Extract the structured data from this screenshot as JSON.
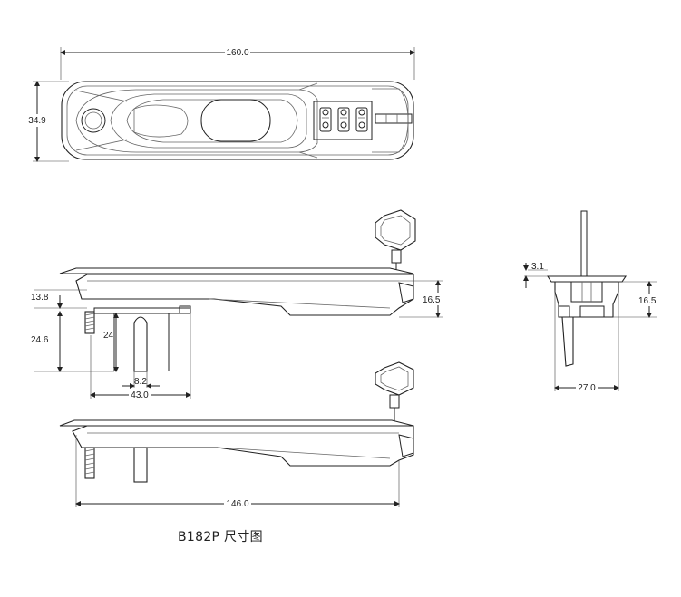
{
  "dimensions": {
    "top_length": "160.0",
    "top_height": "34.9",
    "flange_height": "13.8",
    "side_height_left": "24.6",
    "stem_height": "24",
    "stem_width": "8.2",
    "base_width": "43.0",
    "side_height_right": "16.5",
    "end_height": "16.5",
    "end_flange": "3.1",
    "end_width": "27.0",
    "bottom_length": "146.0"
  },
  "caption": "B182P 尺寸图"
}
